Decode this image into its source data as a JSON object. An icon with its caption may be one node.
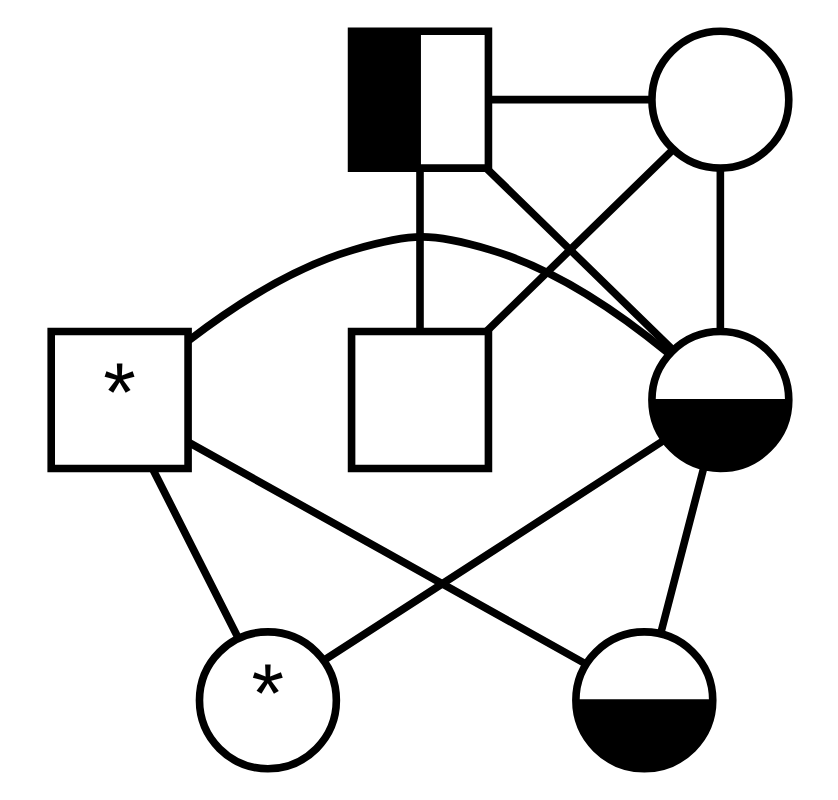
{
  "diagram": {
    "nodes": [
      {
        "text": [],
        "shape": "box"
      },
      {
        "text": [],
        "shape": "circle"
      },
      {
        "text": [],
        "shape": "circle"
      },
      {
        "text": [],
        "shape": "box"
      },
      {
        "text": [
          "*"
        ]
      },
      {
        "text": [
          "*"
        ]
      },
      {
        "text": [],
        "shape": "circle"
      }
    ],
    "edges": [
      {
        "from": 0,
        "to": 1,
        "arrow": "none"
      },
      {
        "from": 0,
        "to": 2,
        "arrow": "none"
      },
      {
        "from": 1,
        "to": 2,
        "arrow": "none"
      },
      {
        "from": 0,
        "to": 3,
        "arrow": "none"
      },
      {
        "from": 1,
        "to": 3,
        "arrow": "none"
      },
      {
        "from": 4,
        "to": 2,
        "arrow": "none"
      },
      {
        "from": 4,
        "to": 5,
        "arrow": "none"
      },
      {
        "from": 2,
        "to": 5,
        "arrow": "none"
      },
      {
        "from": 4,
        "to": 6,
        "arrow": "none"
      },
      {
        "from": 2,
        "to": 6,
        "arrow": "none"
      }
    ]
  }
}
